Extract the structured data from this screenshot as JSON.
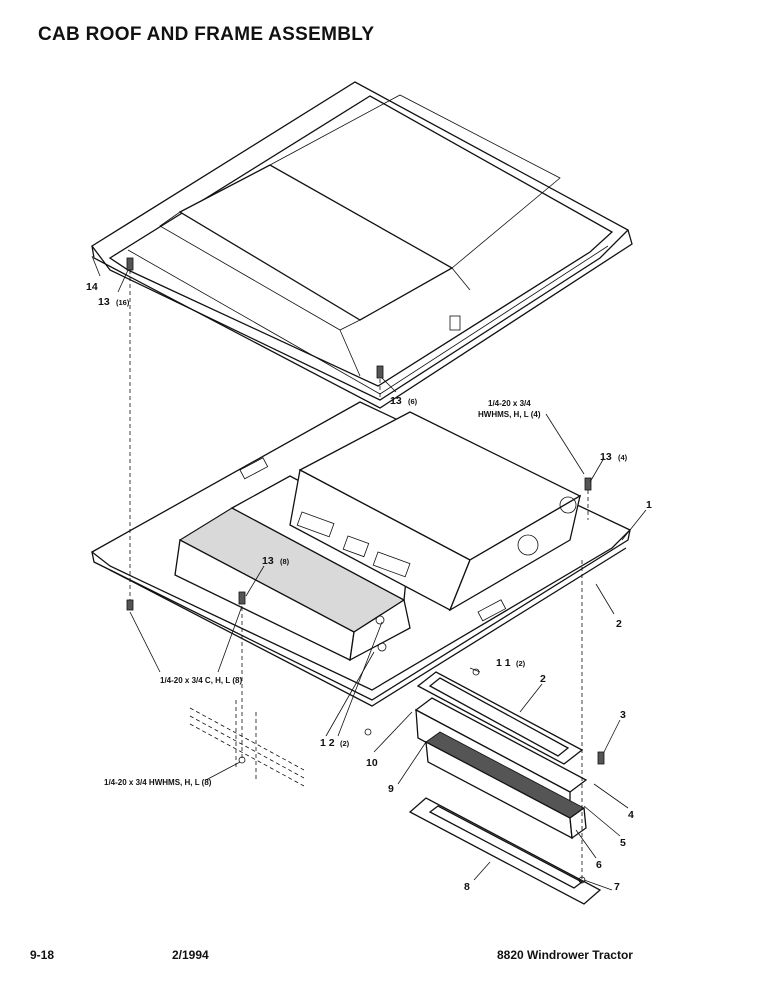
{
  "title": "CAB ROOF AND FRAME ASSEMBLY",
  "footer": {
    "page": "9-18",
    "date": "2/1994",
    "model": "8820 Windrower Tractor"
  },
  "callouts": {
    "c14": "14",
    "c13_16": "13",
    "q16": "(16)",
    "c13_6": "13",
    "q6": "(6)",
    "c13_4": "13",
    "q4": "(4)",
    "c13_8": "13",
    "q8": "(8)",
    "c1": "1",
    "c2a": "2",
    "c2b": "2",
    "c3": "3",
    "c4": "4",
    "c5": "5",
    "c6": "6",
    "c7": "7",
    "c8": "8",
    "c9": "9",
    "c10": "10",
    "c11": "1 1",
    "q11": "(2)",
    "c12": "1 2",
    "q12": "(2)"
  },
  "notes": {
    "hw_top_line1": "1/4-20 x 3/4",
    "hw_top_line2": "HWHMS, H, L (4)",
    "hw_mid": "1/4-20 x 3/4 C, H, L (8)",
    "hw_low": "1/4-20  x 3/4  HWHMS, H, L (8)"
  }
}
